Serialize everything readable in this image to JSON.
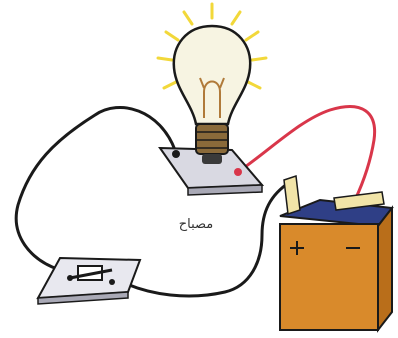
{
  "diagram": {
    "bulb_label": "مصباح"
  },
  "colors": {
    "wire_black": "#1a1a1a",
    "wire_red": "#d9364a",
    "bulb_glow": "#f2d83a",
    "bulb_glass": "#f7f4e2",
    "battery_body": "#d98a2b",
    "battery_top": "#2f3f86",
    "terminal": "#f1e4a8",
    "board": "#d9d9e2"
  },
  "components": [
    "bulb",
    "lamp-holder",
    "switch",
    "battery",
    "black-wire",
    "red-wire"
  ]
}
